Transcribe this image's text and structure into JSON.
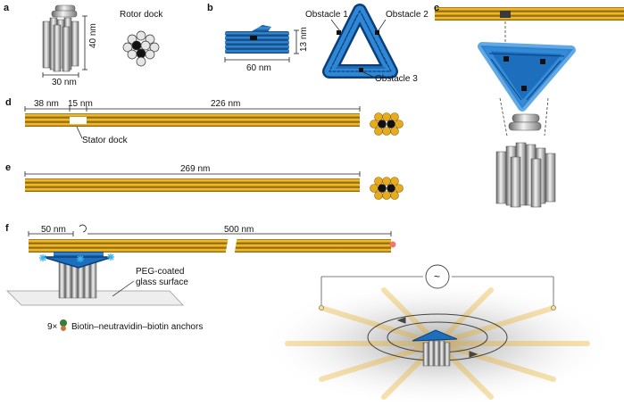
{
  "panels": {
    "a": "a",
    "b": "b",
    "c": "c",
    "d": "d",
    "e": "e",
    "f": "f"
  },
  "labels": {
    "rotor_dock": "Rotor dock",
    "a_height": "40 nm",
    "a_width": "30 nm",
    "b_length": "60 nm",
    "b_thickness": "13 nm",
    "obstacle1": "Obstacle 1",
    "obstacle2": "Obstacle 2",
    "obstacle3": "Obstacle 3",
    "d_left": "38 nm",
    "d_gap": "15 nm",
    "d_right": "226 nm",
    "stator_dock": "Stator dock",
    "e_length": "269 nm",
    "f_left": "50 nm",
    "f_right": "500 nm",
    "peg_line1": "PEG-coated",
    "peg_line2": "glass surface",
    "anchor_count": "9×",
    "anchors": "Biotin–neutravidin–biotin anchors",
    "ac_symbol": "~"
  },
  "colors": {
    "gold": "#e7ab1c",
    "gold_dark": "#8a6104",
    "blue": "#1f78c8",
    "blue_dark": "#0c3f7a",
    "grey": "#cfcfcf",
    "grey_dark": "#6a6a6a"
  }
}
